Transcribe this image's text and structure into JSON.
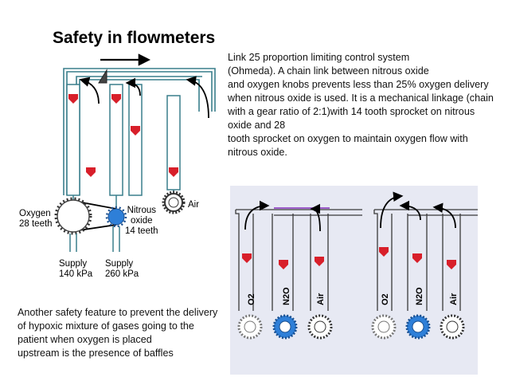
{
  "title": "Safety in flowmeters",
  "paragraph_top": [
    "Link 25 proportion limiting control system",
    "(Ohmeda). A chain link between nitrous oxide",
    "and oxygen knobs prevents less than 25% oxygen delivery",
    "when nitrous oxide is used. It is a mechanical linkage (chain",
    "with a gear ratio of 2:1)with 14 tooth sprocket on nitrous",
    "oxide and 28",
    "tooth sprocket on oxygen to maintain oxygen flow with",
    "nitrous oxide."
  ],
  "paragraph_bottom": [
    "Another safety feature to prevent the delivery",
    "of hypoxic mixture of gases going to the",
    "patient when oxygen is placed",
    "upstream  is the presence of baffles"
  ],
  "left_diagram": {
    "oxygen_label": [
      "Oxygen",
      "28 teeth"
    ],
    "nitrous_label": [
      "Nitrous",
      "oxide",
      "14 teeth"
    ],
    "air_label": "Air",
    "supply_oxygen": [
      "Supply",
      "140 kPa"
    ],
    "supply_nitrous": [
      "Supply",
      "260 kPa"
    ]
  },
  "right_diagram": {
    "panel_left_labels": [
      "O2",
      "N2O",
      "Air"
    ],
    "panel_right_labels": [
      "O2",
      "N2O",
      "Air"
    ]
  },
  "colors": {
    "tube": "#3a7f8c",
    "float_red": "#d81f2a",
    "nitrous_blue": "#2e7fd8",
    "panel_bg": "#e7e9f3"
  }
}
